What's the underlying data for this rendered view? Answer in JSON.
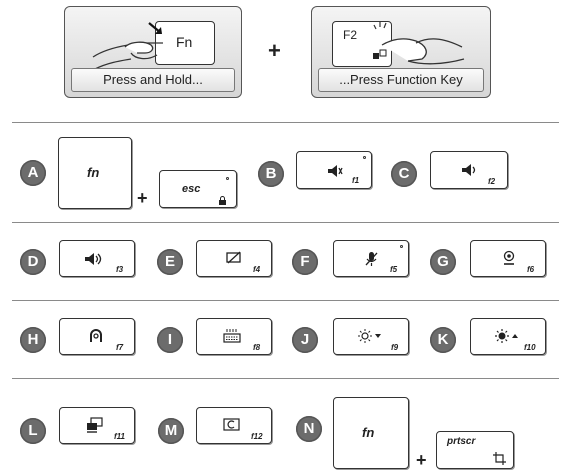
{
  "top": {
    "left_caption": "Press and Hold...",
    "left_key": "Fn",
    "plus": "+",
    "right_caption": "...Press Function Key",
    "right_key": "F2"
  },
  "rows": [
    {
      "items": [
        {
          "letter": "A",
          "key": "fn",
          "plus": "+",
          "key2": "esc"
        },
        {
          "letter": "B",
          "fkey": "f1",
          "icon": "speaker-mute-icon",
          "glyph": "🔈"
        },
        {
          "letter": "C",
          "fkey": "f2",
          "icon": "volume-down-icon",
          "glyph": "🔉"
        }
      ]
    },
    {
      "items": [
        {
          "letter": "D",
          "fkey": "f3",
          "icon": "volume-up-icon",
          "glyph": "🔊"
        },
        {
          "letter": "E",
          "fkey": "f4",
          "icon": "display-off-icon",
          "glyph": "⊘"
        },
        {
          "letter": "F",
          "fkey": "f5",
          "icon": "microphone-mute-icon",
          "glyph": "🎙"
        },
        {
          "letter": "G",
          "fkey": "f6",
          "icon": "webcam-icon",
          "glyph": "◉"
        }
      ]
    },
    {
      "items": [
        {
          "letter": "H",
          "fkey": "f7",
          "icon": "touchpad-icon",
          "glyph": "⊚"
        },
        {
          "letter": "I",
          "fkey": "f8",
          "icon": "keyboard-backlight-icon",
          "glyph": "▦"
        },
        {
          "letter": "J",
          "fkey": "f9",
          "icon": "brightness-down-icon",
          "glyph": "☼▾"
        },
        {
          "letter": "K",
          "fkey": "f10",
          "icon": "brightness-up-icon",
          "glyph": "✺▴"
        }
      ]
    },
    {
      "items": [
        {
          "letter": "L",
          "fkey": "f11",
          "icon": "switch-display-icon",
          "glyph": "⧉"
        },
        {
          "letter": "M",
          "fkey": "f12",
          "icon": "screen-rotate-icon",
          "glyph": "⟳"
        },
        {
          "letter": "N",
          "key": "fn",
          "plus": "+",
          "key2": "prtscr"
        }
      ]
    }
  ]
}
